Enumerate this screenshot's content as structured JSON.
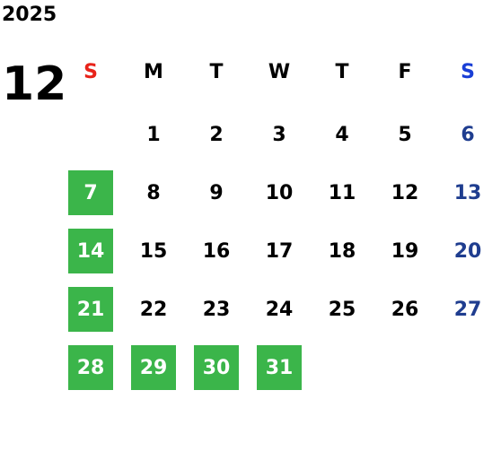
{
  "calendar": {
    "year": "2025",
    "month": "12",
    "weekdays": [
      {
        "label": "S",
        "color": "#e8231a"
      },
      {
        "label": "M",
        "color": "#000000"
      },
      {
        "label": "T",
        "color": "#000000"
      },
      {
        "label": "W",
        "color": "#000000"
      },
      {
        "label": "T",
        "color": "#000000"
      },
      {
        "label": "F",
        "color": "#000000"
      },
      {
        "label": "S",
        "color": "#1a3fd6"
      }
    ],
    "colors": {
      "highlight_bg": "#3bb54a",
      "highlight_text": "#ffffff",
      "weekday_text": "#000000",
      "saturday_text": "#1f3d8f"
    },
    "weeks": [
      [
        null,
        "1",
        "2",
        "3",
        "4",
        "5",
        "6"
      ],
      [
        "7",
        "8",
        "9",
        "10",
        "11",
        "12",
        "13"
      ],
      [
        "14",
        "15",
        "16",
        "17",
        "18",
        "19",
        "20"
      ],
      [
        "21",
        "22",
        "23",
        "24",
        "25",
        "26",
        "27"
      ],
      [
        "28",
        "29",
        "30",
        "31",
        null,
        null,
        null
      ]
    ],
    "highlighted": [
      "7",
      "14",
      "21",
      "28",
      "29",
      "30",
      "31"
    ]
  }
}
